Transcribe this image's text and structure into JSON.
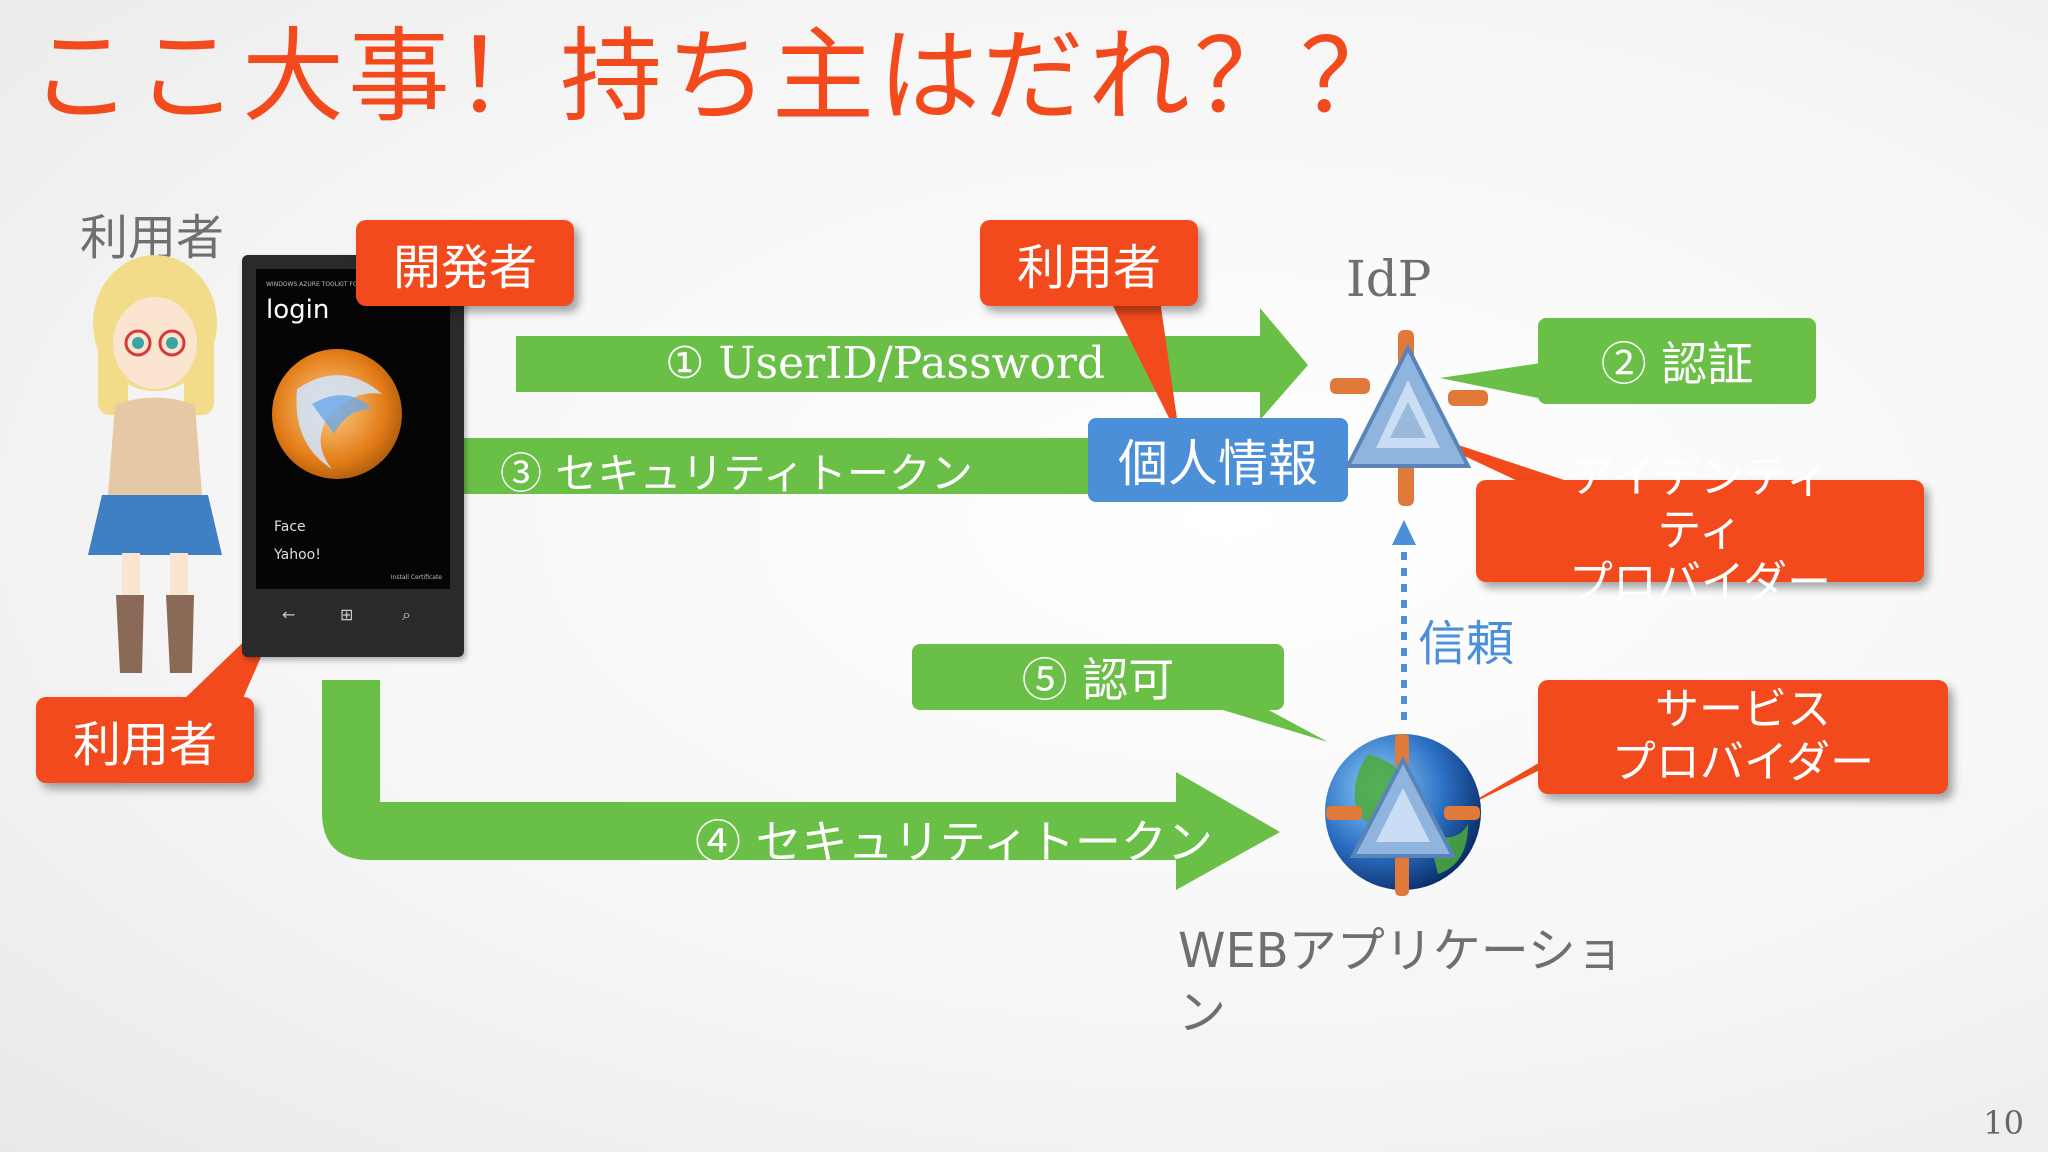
{
  "title": "ここ大事！持ち主はだれ？？",
  "labels": {
    "user_top": "利用者",
    "idp": "IdP",
    "trust": "信頼",
    "webapp": "WEBアプリケーション",
    "page_number": "10"
  },
  "phone": {
    "header_text": "WINDOWS AZURE TOOLKIT FOR WINDOWS PHONE",
    "login": "login",
    "items": [
      "Face",
      "Yahoo!"
    ],
    "footer_text": "Install Certificate"
  },
  "arrows": {
    "step1": "① UserID/Password",
    "step3": "③ セキュリティトークン",
    "step4": "④ セキュリティトークン"
  },
  "green_callouts": {
    "step2": "② 認証",
    "step5": "⑤ 認可"
  },
  "blue_box": "個人情報",
  "callouts": {
    "developer": "開発者",
    "user_mid": "利用者",
    "user_bottom": "利用者",
    "identity_provider": [
      "アイデンティ",
      "ティ",
      "プロバイダー"
    ],
    "service_provider": [
      "サービス",
      "プロバイダー"
    ]
  },
  "colors": {
    "accent": "#f24a1c",
    "green": "#6abf47",
    "blue": "#4a8fd8",
    "text_gray": "#6f6f6f"
  }
}
